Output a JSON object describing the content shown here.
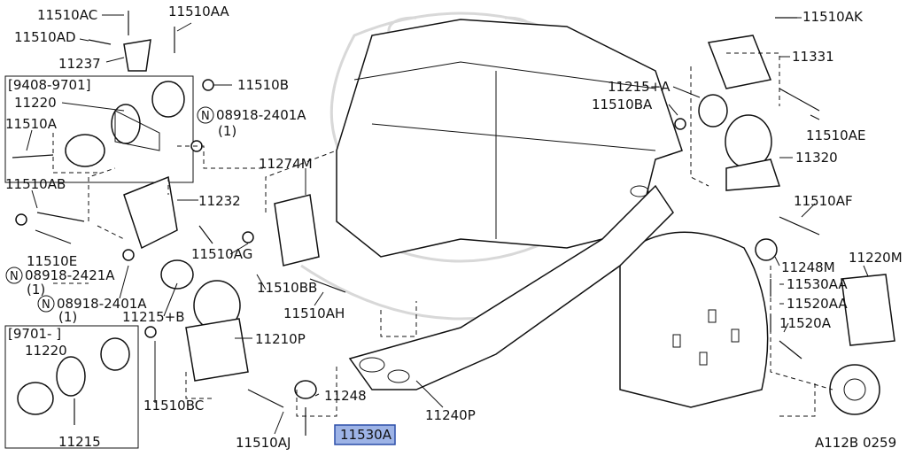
{
  "colors": {
    "highlight": "#9db3e6",
    "ink": "#111111",
    "watermark": "#d8d8d8"
  },
  "labels": {
    "l11510ac": "11510AC",
    "l11510aa": "11510AA",
    "l11510ad": "11510AD",
    "l11237": "11237",
    "l11510b": "11510B",
    "l11220a": "11220",
    "l11510a": "11510A",
    "l08918_2401a_top": "08918-2401A",
    "l08918_top_qty": "(1)",
    "l11510ab": "11510AB",
    "l11274m": "11274M",
    "l11232": "11232",
    "l11510e": "11510E",
    "l08918_2421a": "08918-2421A",
    "l08918_2421a_qty": "(1)",
    "l11510ag": "11510AG",
    "l11510bb": "11510BB",
    "l08918_2401a_mid": "08918-2401A",
    "l08918_mid_qty": "(1)",
    "l11215b": "11215+B",
    "l11510ah": "11510AH",
    "l11210p": "11210P",
    "l11220b": "11220",
    "l11215": "11215",
    "l11510bc": "11510BC",
    "l11248": "11248",
    "l11510aj": "11510AJ",
    "l11530a": "11530A",
    "l11240p": "11240P",
    "l11510ak": "11510AK",
    "l11331": "11331",
    "l11215a": "11215+A",
    "l11510ba": "11510BA",
    "l11510ae": "11510AE",
    "l11320": "11320",
    "l11510af": "11510AF",
    "l11248m": "11248M",
    "l11530aa": "11530AA",
    "l11520aa": "11520AA",
    "l11220m": "11220M",
    "l11520a": "11520A",
    "diagram_code": "A112B 0259"
  },
  "boxes": {
    "box1_title": "[9408-9701]",
    "box2_title": "[9701-        ]"
  },
  "circle_letter": "N"
}
